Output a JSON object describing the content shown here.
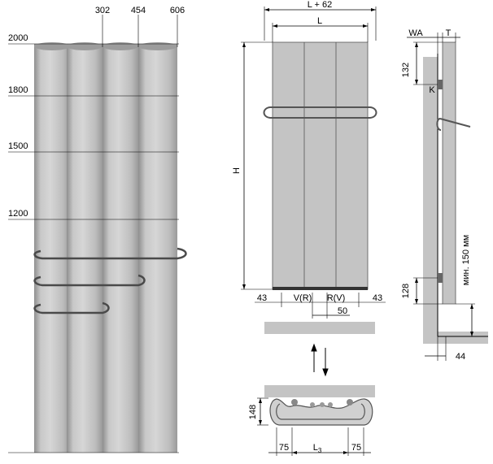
{
  "left_view": {
    "top_labels": [
      "302",
      "454",
      "606"
    ],
    "height_labels": [
      "2000",
      "1800",
      "1500",
      "1200"
    ]
  },
  "front_view": {
    "overall_width": "L + 62",
    "width": "L",
    "height": "H",
    "side_offset_left": "43",
    "side_offset_right": "43",
    "pipe_left": "V(R)",
    "pipe_right": "R(V)",
    "pipe_spacing": "50"
  },
  "side_view": {
    "wall_distance": "WA",
    "thickness": "T",
    "top_bracket": "132",
    "bracket_label": "K",
    "bottom_bracket": "128",
    "floor_gap": "мин. 150 мм",
    "foot_depth": "44"
  },
  "bottom_view": {
    "depth": "148",
    "left_offset": "75",
    "right_offset": "75",
    "center_width": "L",
    "center_width_sub": "3"
  },
  "colors": {
    "radiator": "#bfbfbf",
    "radiator_dark": "#a9a9a9",
    "panel": "#c4c4c4",
    "outline": "#000000"
  }
}
